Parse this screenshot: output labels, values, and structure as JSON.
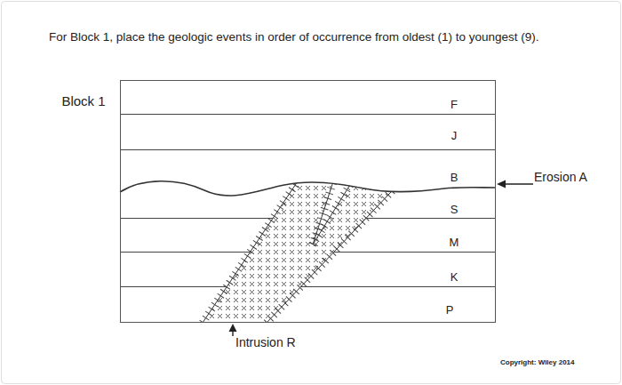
{
  "diagram": {
    "title": "For Block 1, place the geologic events in order of occurrence from oldest (1) to youngest (9).",
    "nodes": [
      {
        "text": [
          "Block 1"
        ]
      },
      {
        "text": [
          "F"
        ],
        "in": 0
      },
      {
        "text": [
          "J"
        ],
        "in": 0
      },
      {
        "text": [
          "B"
        ],
        "in": 0
      },
      {
        "text": [
          "S"
        ],
        "in": 0
      },
      {
        "text": [
          "M"
        ],
        "in": 0
      },
      {
        "text": [
          "K"
        ],
        "in": 0
      },
      {
        "text": [
          "P"
        ],
        "in": 0
      }
    ],
    "labels": [
      "Erosion A",
      "Intrusion R",
      "Copyright: Wiley 2014"
    ]
  }
}
